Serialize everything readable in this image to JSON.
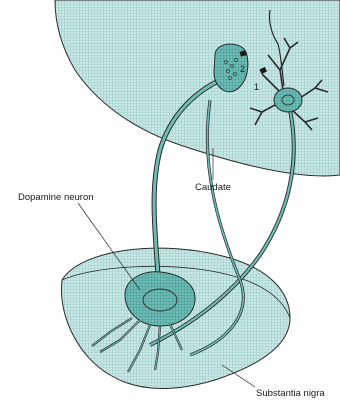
{
  "labels": {
    "caudate": "Caudate",
    "dopamine_neuron": "Dopamine neuron",
    "substantia_nigra": "Substantia nigra"
  },
  "markers": {
    "synapse_1": "1",
    "synapse_2": "2"
  },
  "colors": {
    "tissue_fill": "#bfe3e0",
    "neuron_fill": "#5fb5b0",
    "outline": "#2a2a2a"
  }
}
